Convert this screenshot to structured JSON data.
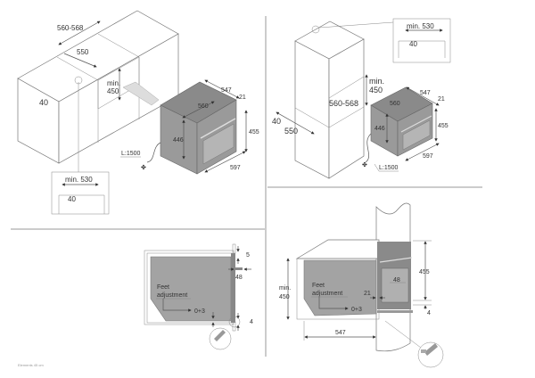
{
  "panel_top_left": {
    "dim_niche_width": "560-568",
    "dim_niche_depth": "550",
    "dim_min": "min.",
    "dim_min_height": "450",
    "dim_front_gap": "40",
    "oven_depth": "547",
    "oven_body_width": "560",
    "oven_front_thickness": "21",
    "oven_height": "455",
    "oven_body_height": "446",
    "oven_width": "597",
    "cable_length": "L:1500",
    "inset_min_width": "min. 530",
    "inset_gap": "40"
  },
  "panel_top_right": {
    "inset_min_width": "min. 530",
    "inset_gap": "40",
    "dim_min": "min.",
    "dim_min_height": "450",
    "dim_niche_width": "560-568",
    "dim_front_gap": "40",
    "dim_niche_depth": "550",
    "oven_depth": "547",
    "oven_body_width": "560",
    "oven_front_thickness": "21",
    "oven_body_height": "446",
    "oven_height": "455",
    "oven_width": "597",
    "cable_length": "L:1500"
  },
  "panel_bottom_left": {
    "feet_label_1": "Feet",
    "feet_label_2": "adjustment",
    "feet_range": "0+3",
    "dim_top_gap": "5",
    "dim_panel": "48",
    "dim_bottom_gap": "4"
  },
  "panel_bottom_right": {
    "dim_min": "min.",
    "dim_min_height": "450",
    "feet_label_1": "Feet",
    "feet_label_2": "adjustment",
    "feet_range": "0+3",
    "dim_front": "21",
    "dim_panel": "48",
    "oven_height": "455",
    "dim_bottom_gap": "4",
    "oven_depth": "547"
  },
  "footer": {
    "note": "Elements 45 cm"
  },
  "colors": {
    "oven": "#9a9a9a",
    "lines": "#555555",
    "divider": "#999999"
  }
}
